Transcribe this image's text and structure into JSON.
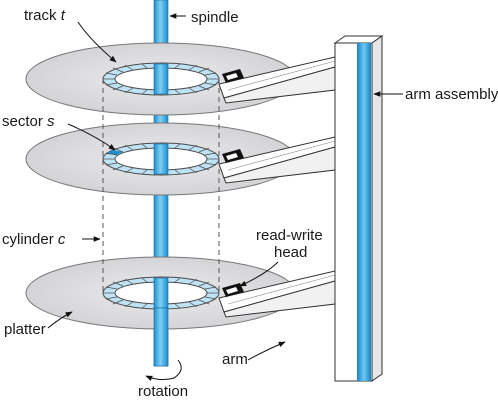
{
  "labels": {
    "track_name": "track ",
    "track_var": "t",
    "spindle": "spindle",
    "arm_assembly": "arm assembly",
    "sector_name": "sector ",
    "sector_var": "s",
    "cylinder_name": "cylinder ",
    "cylinder_var": "c",
    "read_write_line1": "read-write",
    "read_write_line2": "head",
    "platter": "platter",
    "arm": "arm",
    "rotation": "rotation"
  },
  "colors": {
    "spindle_blue": "#29a6e0",
    "platter_gray": "#d9d9dc",
    "track_blue": "#bfe3f5",
    "sector_highlight": "#1f8fd1"
  }
}
